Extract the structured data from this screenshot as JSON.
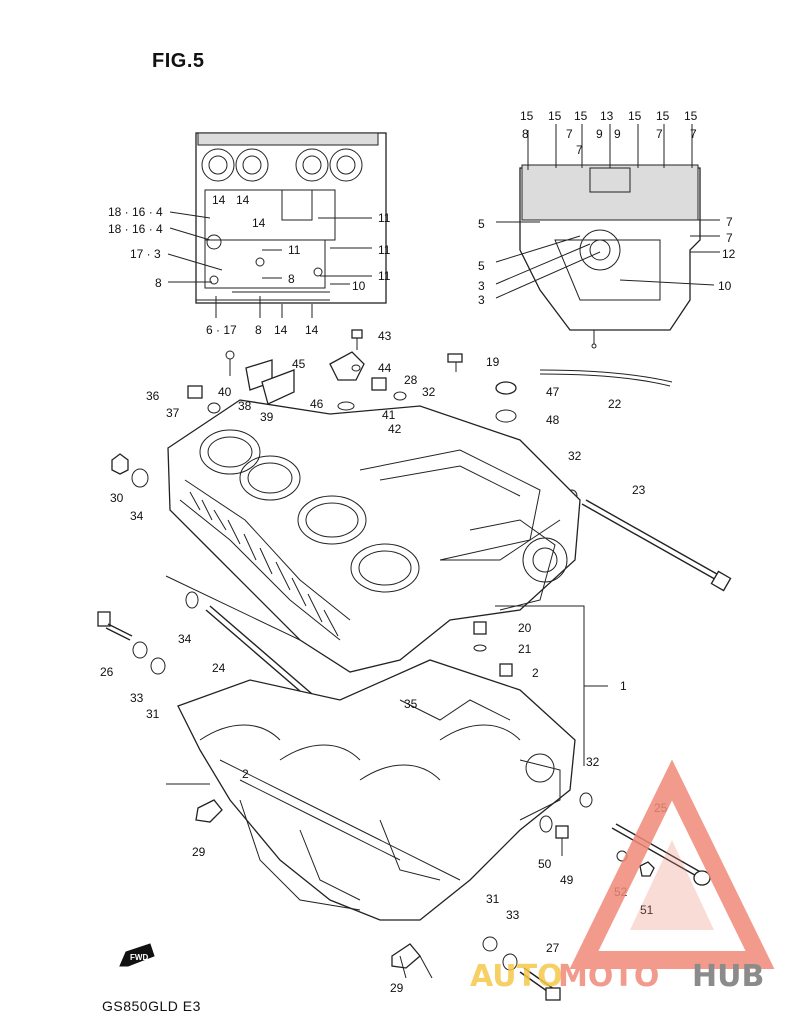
{
  "figure": {
    "title": "FIG.5",
    "model_code": "GS850GLD  E3",
    "fwd_label": "FWD"
  },
  "callouts": {
    "c15a": "15",
    "c15b": "15",
    "c15c": "15",
    "c13": "13",
    "c15d": "15",
    "c15e": "15",
    "c8a": "8",
    "c7a": "7",
    "c7b": "7",
    "c9a": "9",
    "c9b": "9",
    "c7c": "7",
    "c7d": "7",
    "c5a": "5",
    "c7e": "7",
    "c7f": "7",
    "c12": "12",
    "c5b": "5",
    "c3a": "3",
    "c3b": "3",
    "c10a": "10",
    "c18a": "18 · 16 · 4",
    "c18b": "18 · 16 · 4",
    "c14a": "14",
    "c14b": "14",
    "c14c": "14",
    "c11a": "11",
    "c11b": "11",
    "c11c": "11",
    "c11d": "11",
    "c17": "17 · 3",
    "c8b": "8",
    "c8c": "8",
    "c10b": "10",
    "c6": "6 · 17",
    "c8d": "8",
    "c14d": "14",
    "c14e": "14",
    "c43": "43",
    "c19": "19",
    "c45": "45",
    "c44": "44",
    "c28": "28",
    "c32a": "32",
    "c47": "47",
    "c40": "40",
    "c22": "22",
    "c36": "36",
    "c38": "38",
    "c39": "39",
    "c46": "46",
    "c41": "41",
    "c48": "48",
    "c37": "37",
    "c42": "42",
    "c32b": "32",
    "c23": "23",
    "c30": "30",
    "c34a": "34",
    "c20": "20",
    "c21": "21",
    "c2a": "2",
    "c1": "1",
    "c34b": "34",
    "c26": "26",
    "c24": "24",
    "c33a": "33",
    "c31a": "31",
    "c35": "35",
    "c2b": "2",
    "c32c": "32",
    "c25": "25",
    "c29a": "29",
    "c50": "50",
    "c49": "49",
    "c52": "52",
    "c51": "51",
    "c31b": "31",
    "c33b": "33",
    "c27": "27",
    "c29b": "29"
  },
  "watermark": {
    "part1": "AUTO",
    "part2": "MOTO",
    "part3": "HUB",
    "color_primary": "#f08a7a",
    "color_accent": "#f5c84a",
    "color_dark": "#777777"
  }
}
